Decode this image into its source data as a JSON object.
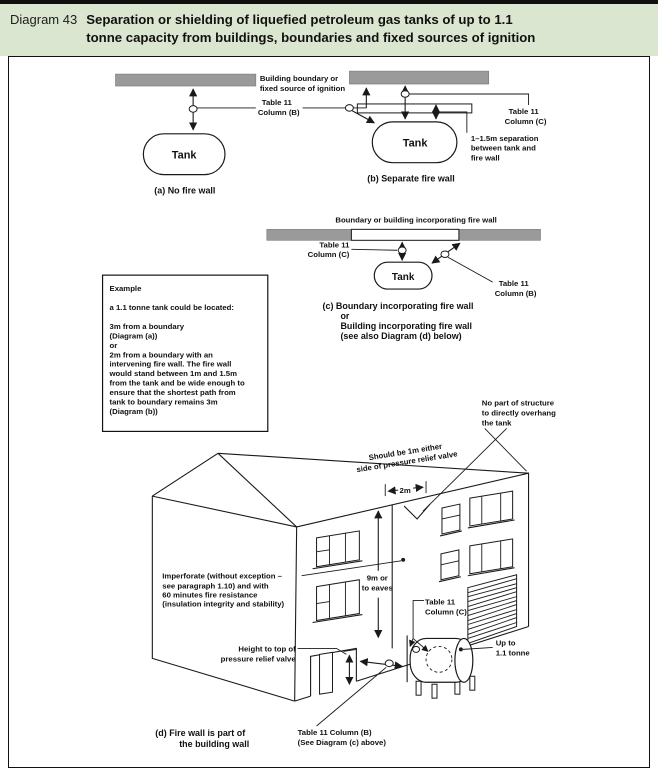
{
  "header": {
    "prefix": "Diagram 43",
    "title_lines": [
      "Separation or shielding of liquefied petroleum gas tanks of up to 1.1",
      "tonne capacity from buildings, boundaries and fixed sources of ignition"
    ]
  },
  "colors": {
    "header_green": "#dbe6d0",
    "bar_gray": "#9a9a9a",
    "line_black": "#1a1a1a"
  },
  "section_a": {
    "boundary_label": [
      "Building boundary or",
      "fixed source of ignition"
    ],
    "table_b": [
      "Table 11",
      "Column (B)"
    ],
    "tank": "Tank",
    "caption": "(a) No fire wall"
  },
  "section_b": {
    "table_c": [
      "Table 11",
      "Column (C)"
    ],
    "separation": [
      "1–1.5m separation",
      "between tank and",
      "fire wall"
    ],
    "tank": "Tank",
    "caption": "(b) Separate fire wall"
  },
  "section_c": {
    "top_label": "Boundary or building incorporating fire wall",
    "table_c": [
      "Table 11",
      "Column (C)"
    ],
    "table_b": [
      "Table 11",
      "Column (B)"
    ],
    "tank": "Tank",
    "caption": [
      "(c) Boundary incorporating fire wall",
      "or",
      "Building incorporating fire wall",
      "(see also Diagram (d) below)"
    ]
  },
  "example": {
    "title": "Example",
    "lines": [
      "a 1.1 tonne tank could be located:",
      "3m from a boundary",
      "(Diagram (a))",
      "or",
      "2m from a boundary with an",
      "intervening fire wall. The fire wall",
      "would stand between 1m and 1.5m",
      "from the tank and be wide enough to",
      "ensure that the shortest path from",
      "tank to boundary remains 3m",
      "(Diagram (b))"
    ]
  },
  "section_d": {
    "no_overhang": [
      "No part of structure",
      "to directly overhang",
      "the tank"
    ],
    "roof_note": [
      "Should be 1m either",
      "side of pressure relief valve"
    ],
    "dim_2m": "2m",
    "dim_9m": [
      "9m or",
      "to eaves"
    ],
    "imperforate": [
      "Imperforate (without exception –",
      "see paragraph 1.10) and with",
      "60 minutes fire resistance",
      "(insulation integrity and stability)"
    ],
    "height_valve": [
      "Height to top of",
      "pressure relief valve"
    ],
    "table_c": [
      "Table 11",
      "Column (C)"
    ],
    "table_b": [
      "Table 11 Column (B)",
      "(See Diagram (c) above)"
    ],
    "up_to": [
      "Up to",
      "1.1 tonne"
    ],
    "caption": [
      "(d)  Fire wall is part of",
      "the building wall"
    ]
  }
}
